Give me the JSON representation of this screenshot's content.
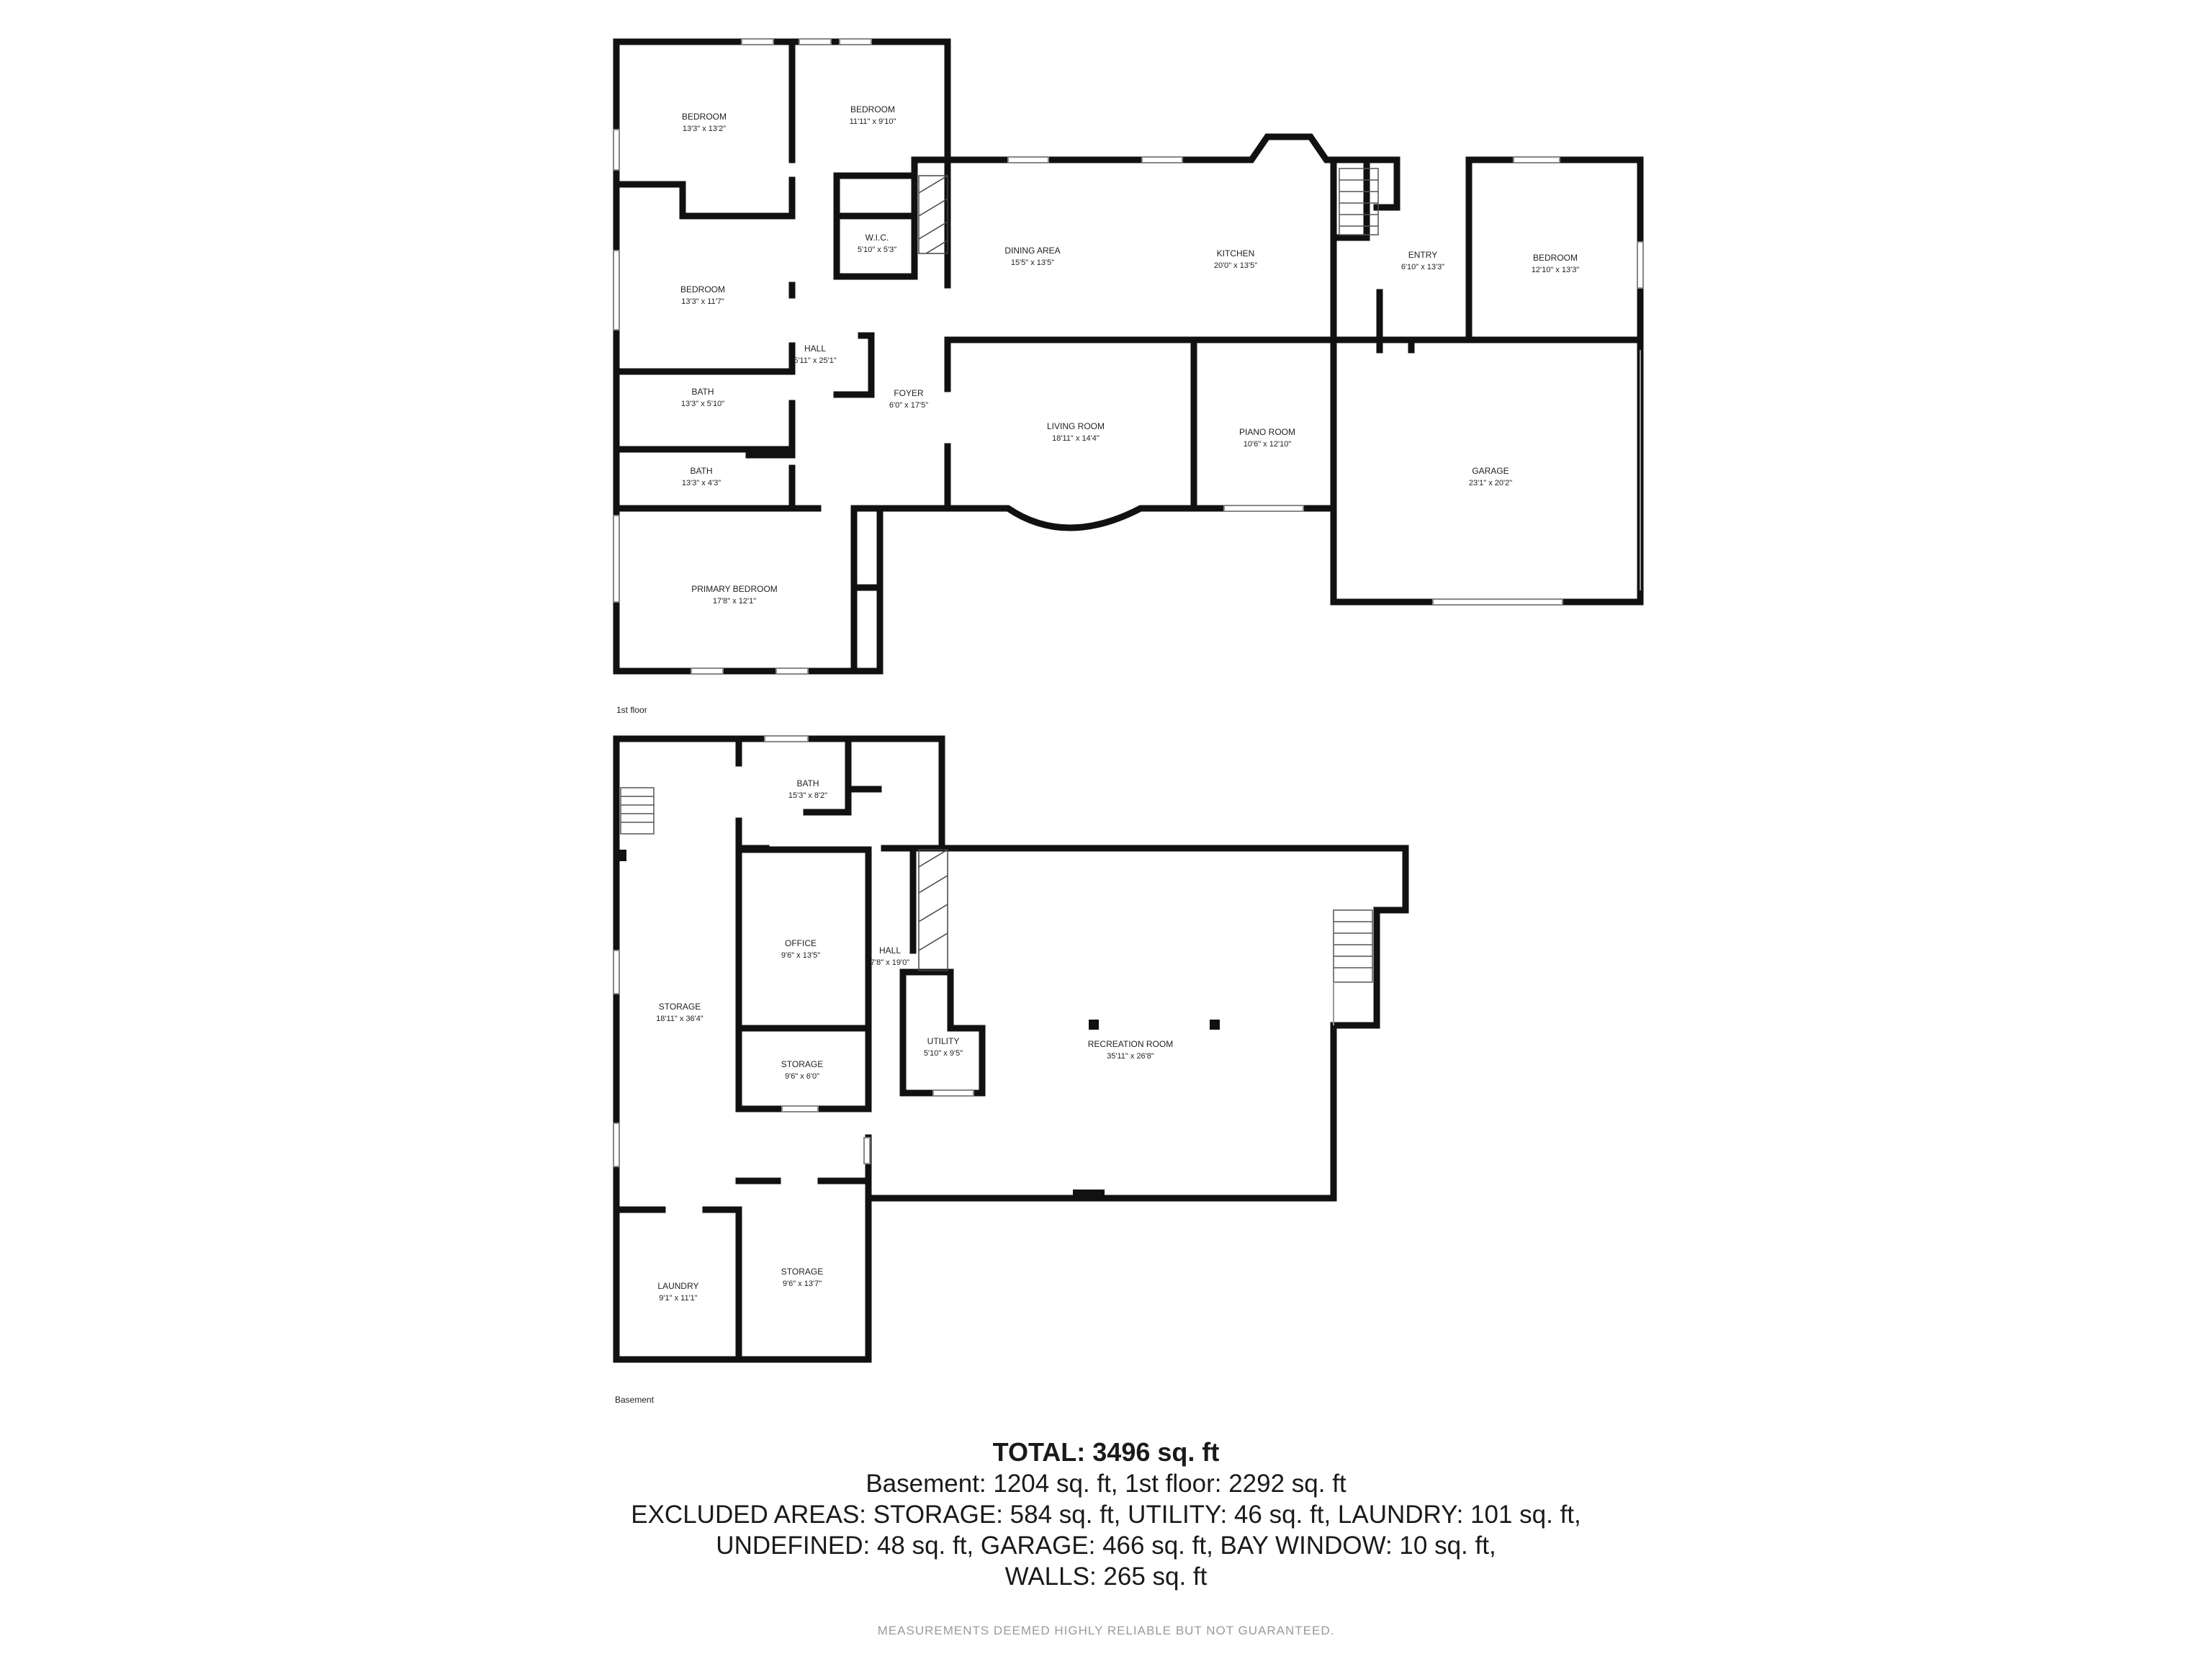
{
  "floors": [
    {
      "label": "1st floor",
      "rooms": [
        {
          "id": "bedroom-1",
          "name": "BEDROOM",
          "dims": "13'3\" x 13'2\""
        },
        {
          "id": "bedroom-2",
          "name": "BEDROOM",
          "dims": "11'11\" x 9'10\""
        },
        {
          "id": "wic",
          "name": "W.I.C.",
          "dims": "5'10\" x 5'3\""
        },
        {
          "id": "dining",
          "name": "DINING AREA",
          "dims": "15'5\" x 13'5\""
        },
        {
          "id": "kitchen",
          "name": "KITCHEN",
          "dims": "20'0\" x 13'5\""
        },
        {
          "id": "entry",
          "name": "ENTRY",
          "dims": "6'10\" x 13'3\""
        },
        {
          "id": "bedroom-4",
          "name": "BEDROOM",
          "dims": "12'10\" x 13'3\""
        },
        {
          "id": "bedroom-3",
          "name": "BEDROOM",
          "dims": "13'3\" x 11'7\""
        },
        {
          "id": "hall",
          "name": "HALL",
          "dims": "5'11\" x 25'1\""
        },
        {
          "id": "foyer",
          "name": "FOYER",
          "dims": "6'0\" x 17'5\""
        },
        {
          "id": "bath-1",
          "name": "BATH",
          "dims": "13'3\" x 5'10\""
        },
        {
          "id": "living",
          "name": "LIVING ROOM",
          "dims": "18'11\" x 14'4\""
        },
        {
          "id": "piano",
          "name": "PIANO ROOM",
          "dims": "10'6\" x 12'10\""
        },
        {
          "id": "garage",
          "name": "GARAGE",
          "dims": "23'1\" x 20'2\""
        },
        {
          "id": "bath-2",
          "name": "BATH",
          "dims": "13'3\" x 4'3\""
        },
        {
          "id": "primary",
          "name": "PRIMARY BEDROOM",
          "dims": "17'8\" x 12'1\""
        }
      ]
    },
    {
      "label": "Basement",
      "rooms": [
        {
          "id": "b-bath",
          "name": "BATH",
          "dims": "15'3\" x 8'2\""
        },
        {
          "id": "b-office",
          "name": "OFFICE",
          "dims": "9'6\" x 13'5\""
        },
        {
          "id": "b-hall",
          "name": "HALL",
          "dims": "7'8\" x 19'0\""
        },
        {
          "id": "b-storage-main",
          "name": "STORAGE",
          "dims": "18'11\" x 36'4\""
        },
        {
          "id": "b-utility",
          "name": "UTILITY",
          "dims": "5'10\" x 9'5\""
        },
        {
          "id": "b-recreation",
          "name": "RECREATION ROOM",
          "dims": "35'11\" x 26'8\""
        },
        {
          "id": "b-storage-small",
          "name": "STORAGE",
          "dims": "9'6\" x 6'0\""
        },
        {
          "id": "b-laundry",
          "name": "LAUNDRY",
          "dims": "9'1\" x 11'1\""
        },
        {
          "id": "b-storage-low",
          "name": "STORAGE",
          "dims": "9'6\" x 13'7\""
        }
      ]
    }
  ],
  "summary": {
    "total": "TOTAL: 3496 sq. ft",
    "lines": [
      "Basement: 1204 sq. ft, 1st floor: 2292 sq. ft",
      "EXCLUDED AREAS: STORAGE: 584 sq. ft, UTILITY: 46 sq. ft, LAUNDRY: 101 sq. ft,",
      "UNDEFINED: 48 sq. ft, GARAGE: 466 sq. ft, BAY WINDOW: 10 sq. ft,",
      "WALLS: 265 sq. ft"
    ]
  },
  "disclaimer": "MEASUREMENTS DEEMED HIGHLY RELIABLE BUT NOT GUARANTEED."
}
